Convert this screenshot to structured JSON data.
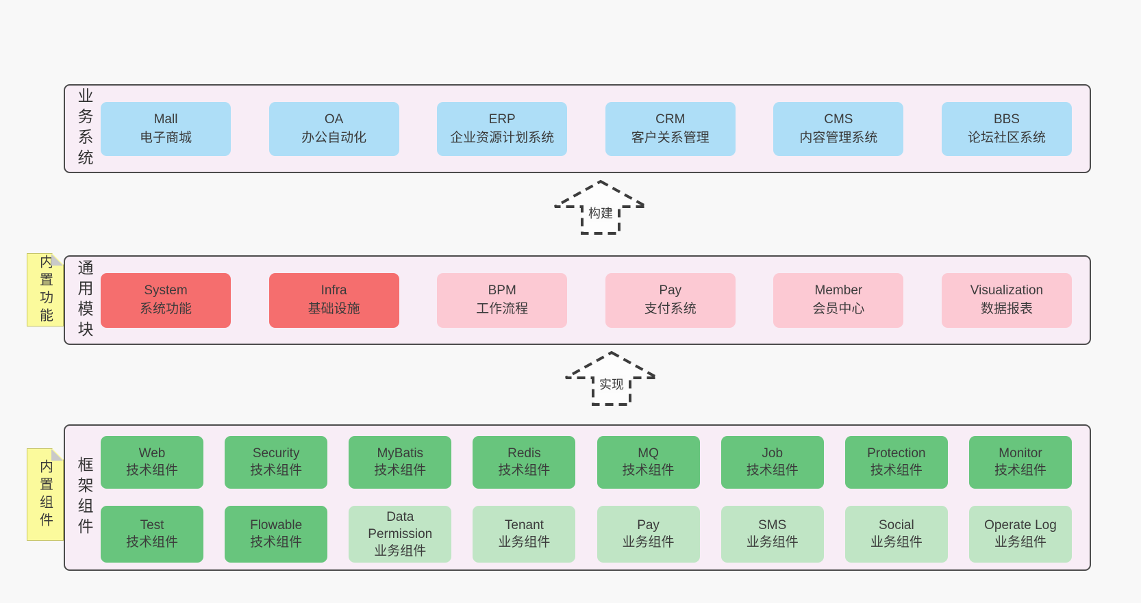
{
  "palette": {
    "page_bg": "#f8f8f8",
    "panel_bg": "#f8edf6",
    "panel_border": "#4c4c4c",
    "box_blue": "#aedef7",
    "box_red": "#f56e6e",
    "box_pink": "#fcc9d3",
    "box_green_dark": "#68c57d",
    "box_green_light": "#c0e5c5",
    "note_yellow": "#fbfa9c",
    "note_fold_gray": "#c9c9c9",
    "text": "#3b3b3b"
  },
  "arrows": [
    {
      "label": "构建"
    },
    {
      "label": "实现"
    }
  ],
  "panels": {
    "business": {
      "label": "业务系统",
      "boxes": [
        {
          "name": "Mall",
          "desc": "电子商城"
        },
        {
          "name": "OA",
          "desc": "办公自动化"
        },
        {
          "name": "ERP",
          "desc": "企业资源计划系统"
        },
        {
          "name": "CRM",
          "desc": "客户关系管理"
        },
        {
          "name": "CMS",
          "desc": "内容管理系统"
        },
        {
          "name": "BBS",
          "desc": "论坛社区系统"
        }
      ]
    },
    "modules": {
      "label": "通用模块",
      "note": "内置功能",
      "boxes": [
        {
          "name": "System",
          "desc": "系统功能"
        },
        {
          "name": "Infra",
          "desc": "基础设施"
        },
        {
          "name": "BPM",
          "desc": "工作流程"
        },
        {
          "name": "Pay",
          "desc": "支付系统"
        },
        {
          "name": "Member",
          "desc": "会员中心"
        },
        {
          "name": "Visualization",
          "desc": "数据报表"
        }
      ]
    },
    "components": {
      "label": "框架组件",
      "note": "内置组件",
      "row1": [
        {
          "name": "Web",
          "desc": "技术组件"
        },
        {
          "name": "Security",
          "desc": "技术组件"
        },
        {
          "name": "MyBatis",
          "desc": "技术组件"
        },
        {
          "name": "Redis",
          "desc": "技术组件"
        },
        {
          "name": "MQ",
          "desc": "技术组件"
        },
        {
          "name": "Job",
          "desc": "技术组件"
        },
        {
          "name": "Protection",
          "desc": "技术组件"
        },
        {
          "name": "Monitor",
          "desc": "技术组件"
        }
      ],
      "row2": [
        {
          "name": "Test",
          "desc": "技术组件"
        },
        {
          "name": "Flowable",
          "desc": "技术组件"
        },
        {
          "name": "Data Permission",
          "desc": "业务组件"
        },
        {
          "name": "Tenant",
          "desc": "业务组件"
        },
        {
          "name": "Pay",
          "desc": "业务组件"
        },
        {
          "name": "SMS",
          "desc": "业务组件"
        },
        {
          "name": "Social",
          "desc": "业务组件"
        },
        {
          "name": "Operate Log",
          "desc": "业务组件"
        }
      ]
    }
  }
}
